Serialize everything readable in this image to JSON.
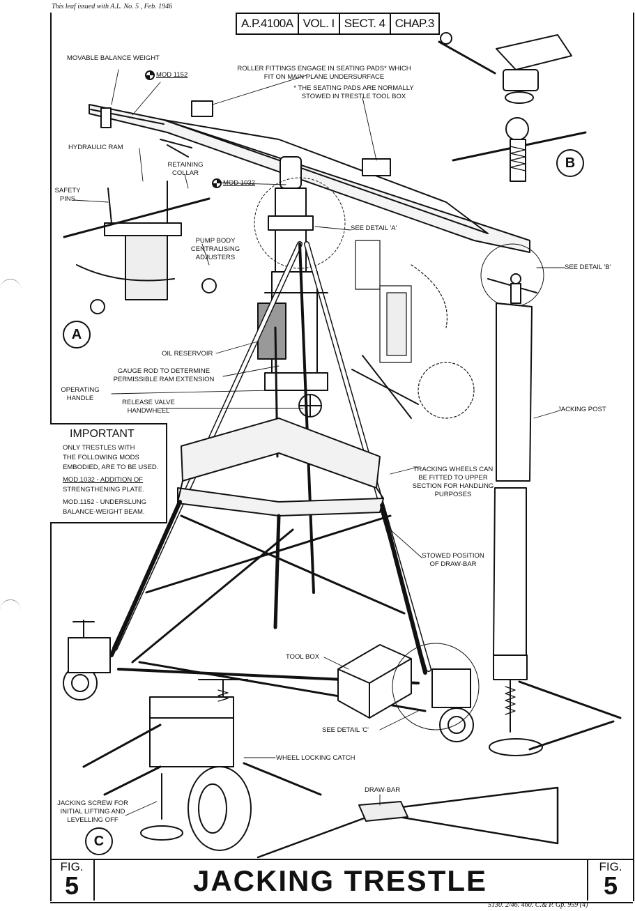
{
  "header": {
    "issue_note": "This leaf issued with A.L. No. 5 , Feb. 1946",
    "reference": [
      "A.P.4100A",
      "VOL. I",
      "SECT. 4",
      "CHAP.3"
    ]
  },
  "labels": {
    "movable_balance_weight": "MOVABLE BALANCE WEIGHT",
    "mod_1152": "MOD 1152",
    "roller_fittings": "ROLLER FITTINGS ENGAGE IN SEATING PADS* WHICH FIT ON MAIN PLANE UNDERSURFACE",
    "seating_pads_note": "* THE SEATING PADS ARE NORMALLY STOWED IN TRESTLE TOOL BOX",
    "hydraulic_ram": "HYDRAULIC RAM",
    "retaining_collar": "RETAINING COLLAR",
    "mod_1032": "MOD 1032",
    "safety_pins": "SAFETY PINS",
    "pump_body": "PUMP BODY CENTRALISING ADJUSTERS",
    "see_detail_a": "SEE DETAIL 'A'",
    "see_detail_b": "SEE DETAIL 'B'",
    "see_detail_c": "SEE DETAIL 'C'",
    "oil_reservoir": "OIL RESERVOIR",
    "gauge_rod": "GAUGE ROD TO DETERMINE PERMISSIBLE RAM EXTENSION",
    "operating_handle": "OPERATING HANDLE",
    "release_valve": "RELEASE VALVE HANDWHEEL",
    "jacking_post": "JACKING POST",
    "tracking_wheels": "TRACKING WHEELS CAN BE FITTED TO UPPER SECTION FOR HANDLING PURPOSES",
    "stowed_position": "STOWED POSITION OF DRAW-BAR",
    "tool_box": "TOOL BOX",
    "wheel_locking_catch": "WHEEL LOCKING CATCH",
    "draw_bar": "DRAW-BAR",
    "jacking_screw": "JACKING SCREW FOR INITIAL LIFTING AND LEVELLING OFF",
    "detail_a": "A",
    "detail_b": "B",
    "detail_c": "C"
  },
  "important": {
    "title": "IMPORTANT",
    "lines": [
      "ONLY TRESTLES WITH",
      "THE FOLLOWING MODS",
      "EMBODIED, ARE TO BE USED.",
      "MOD.1032 - ADDITION OF",
      "STRENGTHENING PLATE.",
      "MOD.1152 - UNDERSLUNG",
      "BALANCE-WEIGHT BEAM."
    ]
  },
  "footer": {
    "fig_word": "FIG.",
    "fig_number": "5",
    "title": "JACKING TRESTLE",
    "printer_note": "5130. 2/46. 460. C.& P. Gp. 959 (4)"
  }
}
